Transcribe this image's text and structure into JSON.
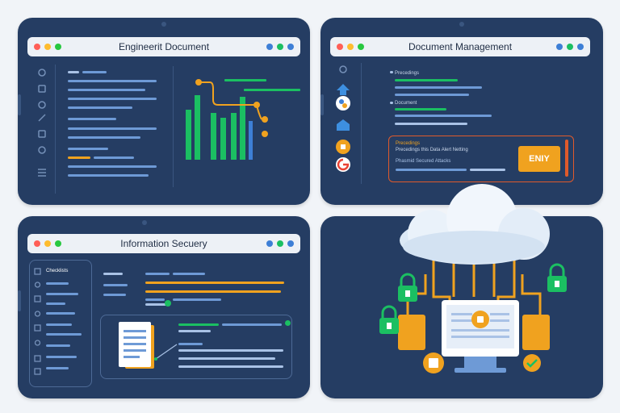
{
  "panels": {
    "engineering": {
      "title": "Engineerit Document"
    },
    "document": {
      "title": "Document Management",
      "items": [
        "Precedings",
        "Document"
      ],
      "alert": {
        "line1": "Precedings",
        "line2": "Precedings this Data Alert Netting",
        "line3": "Phasmid Secured Attacks"
      },
      "action_label": "ENIY"
    },
    "security": {
      "title": "Information Secuery",
      "sidebar_header": "Checklists"
    }
  },
  "colors": {
    "panel": "#253d63",
    "accent_green": "#1bbf62",
    "accent_orange": "#f0a21f",
    "accent_blue": "#6e9ad6"
  }
}
